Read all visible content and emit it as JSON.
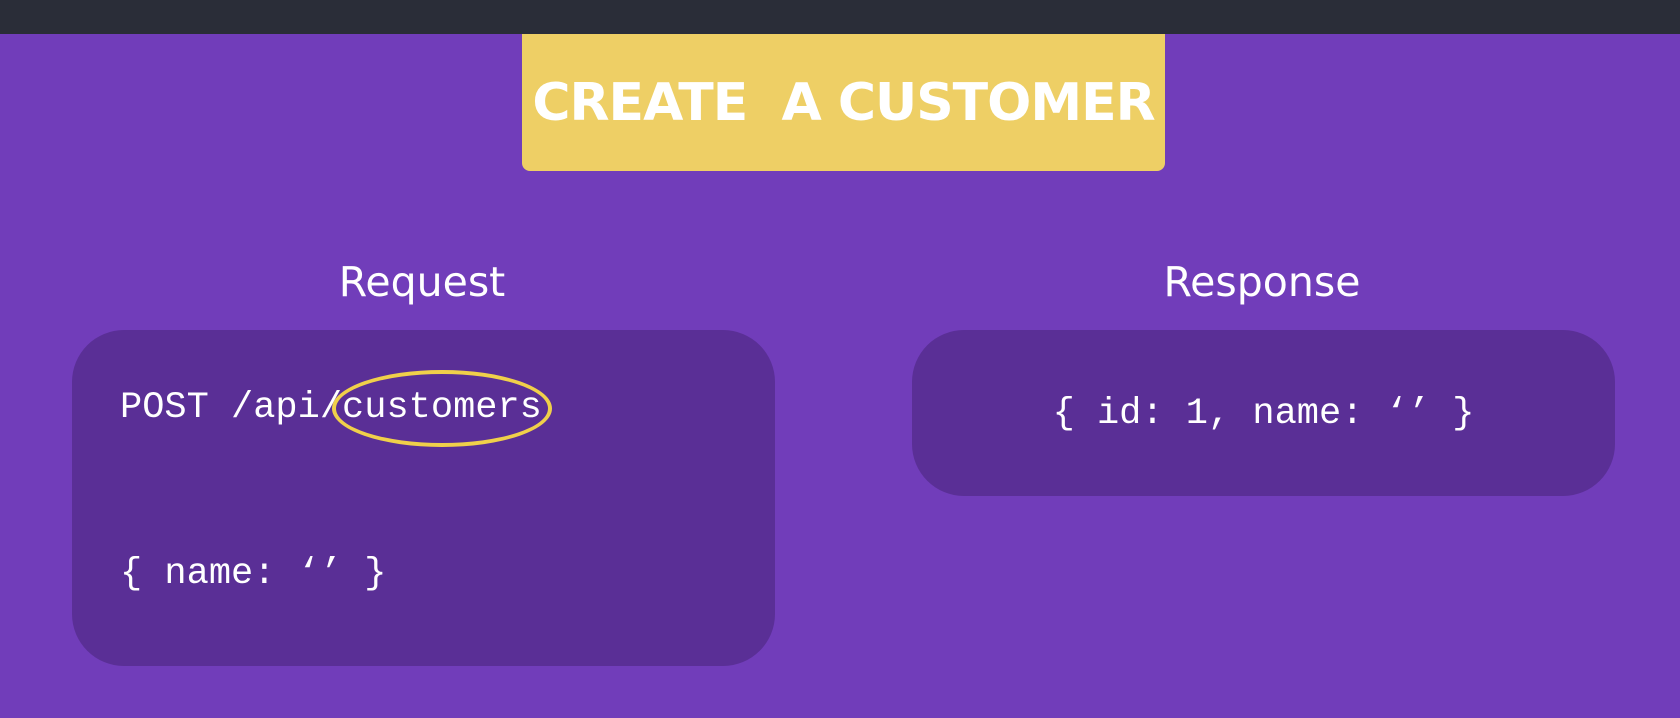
{
  "title": "CREATE  A CUSTOMER",
  "request": {
    "heading": "Request",
    "method_path": "POST /api/",
    "resource": "customers",
    "body": "{ name: ‘’ }"
  },
  "response": {
    "heading": "Response",
    "body": "{ id: 1, name: ‘’ }"
  },
  "colors": {
    "background": "#713dba",
    "panel": "#5a2f96",
    "banner": "#eecf65",
    "highlight": "#f0d04a",
    "top_bar": "#2a2d38"
  }
}
